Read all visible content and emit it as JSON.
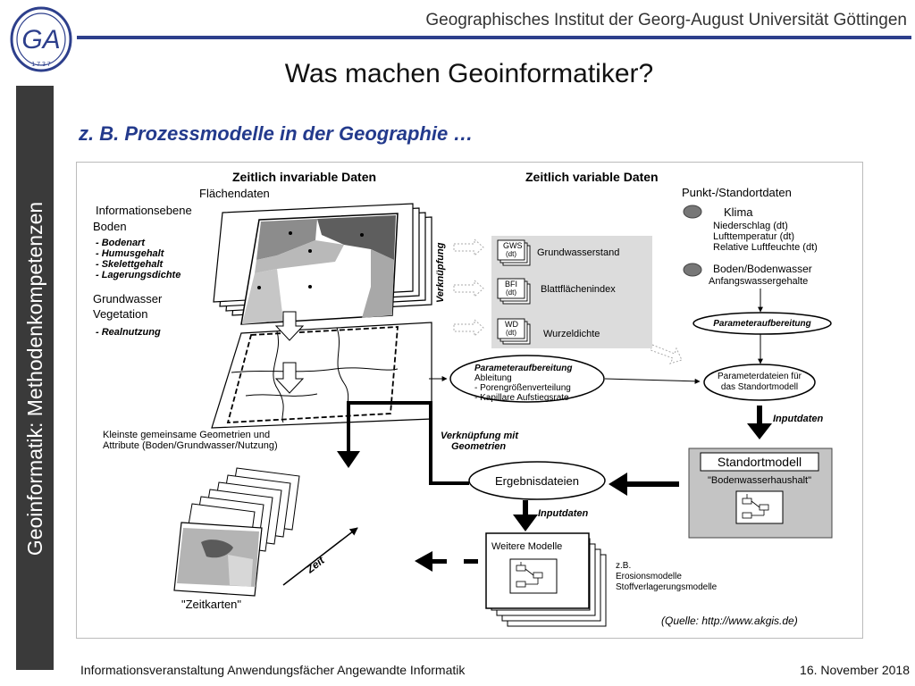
{
  "header": {
    "institute": "Geographisches Institut der Georg-August Universität Göttingen",
    "title": "Was machen Geoinformatiker?",
    "logo_letters": "GA",
    "logo_year": "1 7 3 7"
  },
  "sidebar": {
    "label": "Geoinformatik: Methodenkompetenzen"
  },
  "subtitle": "z. B. Prozessmodelle in der Geographie …",
  "diagram": {
    "left_heading": "Zeitlich invariable Daten",
    "right_heading": "Zeitlich variable Daten",
    "flaechendaten": "Flächendaten",
    "informationsebene": "Informationsebene",
    "boden": "Boden",
    "bodenart": "- Bodenart",
    "humusgehalt": "- Humusgehalt",
    "skelettgehalt": "- Skelettgehalt",
    "lagerungsdichte": "- Lagerungsdichte",
    "grundwasser": "Grundwasser",
    "vegetation": "Vegetation",
    "realnutzung": "- Realnutzung",
    "verknuepfung": "Verknüpfung",
    "gws_box": "GWS",
    "bfi_box": "BFI",
    "wd_box": "WD",
    "dt": "(dt)",
    "grundwasserstand": "Grundwasserstand",
    "blattflaechenindex": "Blattflächenindex",
    "wurzeldichte": "Wurzeldichte",
    "punktdaten": "Punkt-/Standortdaten",
    "klima": "Klima",
    "niederschlag": "Niederschlag (dt)",
    "lufttemperatur": "Lufttemperatur (dt)",
    "luftfeuchte": "Relative Luftfeuchte (dt)",
    "bodenwasser": "Boden/Bodenwasser",
    "anfangswasser": "Anfangswassergehalte",
    "param_right": "Parameteraufbereitung",
    "paramdateien_1": "Parameterdateien für",
    "paramdateien_2": "das Standortmodell",
    "param_center": "Parameteraufbereitung",
    "ableitung": "Ableitung",
    "poren": "- Porengrößenverteilung",
    "kapillar": "- Kapillare Aufstiegsrate",
    "kleinste_1": "Kleinste gemeinsame Geometrien und",
    "kleinste_2": "Attribute (Boden/Grundwasser/Nutzung)",
    "verknuepfung_geo_1": "Verknüpfung mit",
    "verknuepfung_geo_2": "Geometrien",
    "inputdaten_right": "Inputdaten",
    "standortmodell": "Standortmodell",
    "bodenwasserhaushalt": "\"Bodenwasserhaushalt\"",
    "ergebnisdateien": "Ergebnisdateien",
    "inputdaten_center": "Inputdaten",
    "weitere_modelle": "Weitere Modelle",
    "zb": "z.B.",
    "erosion": "Erosionsmodelle",
    "stoff": "Stoffverlagerungsmodelle",
    "zeit": "Zeit",
    "zeitkarten": "\"Zeitkarten\"",
    "quelle": "(Quelle: http://www.akgis.de)"
  },
  "footer": {
    "left": "Informationsveranstaltung Anwendungsfächer Angewandte Informatik",
    "right": "16. November 2018"
  },
  "colors": {
    "accent_blue": "#233a8c",
    "rule_blue": "#2d3f8c",
    "sidebar_gray": "#3a3a3a"
  }
}
